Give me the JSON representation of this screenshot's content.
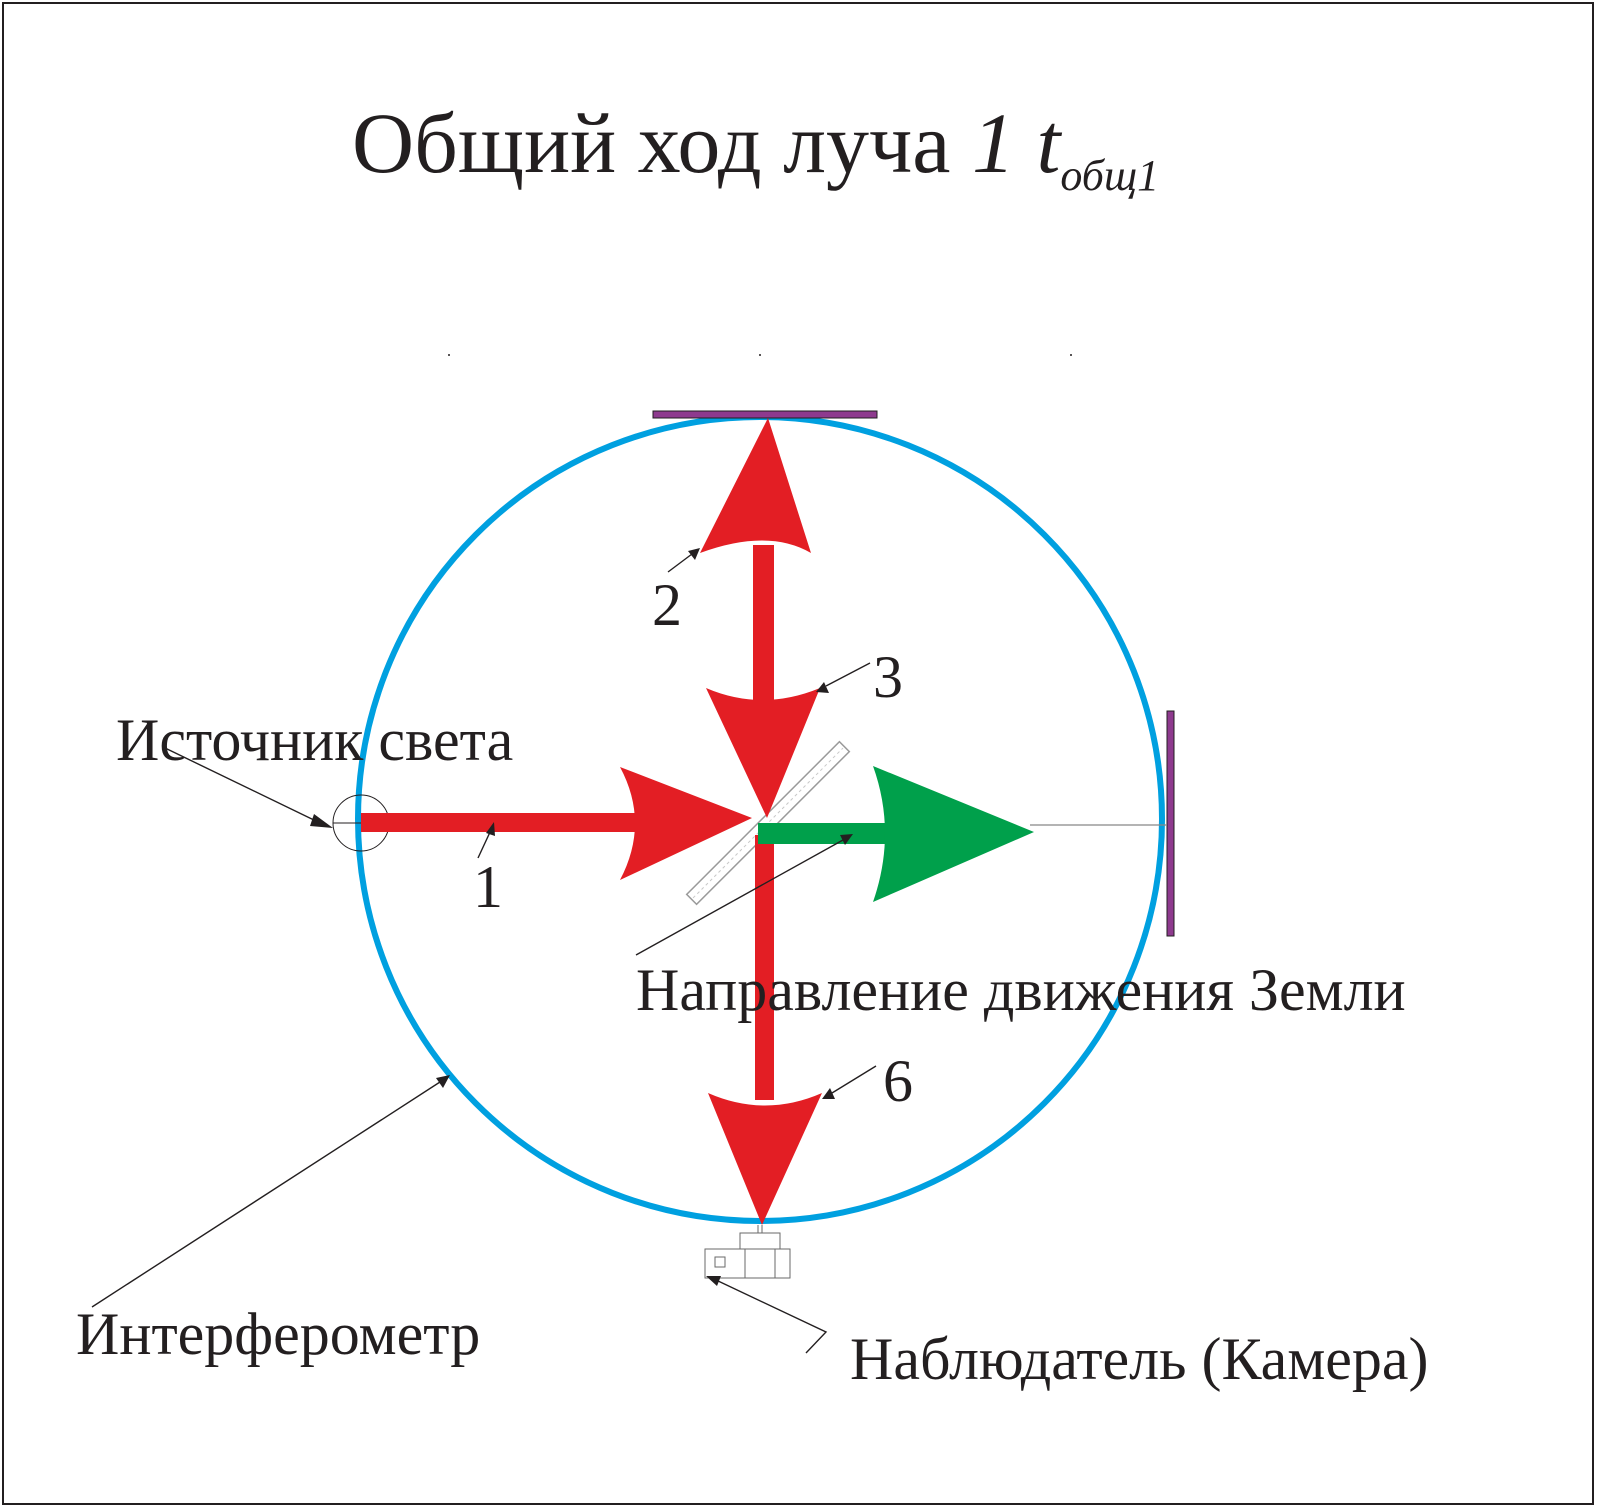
{
  "title": {
    "main": "Общий ход луча",
    "beam_number": "1",
    "symbol": "t",
    "subscript": "общ1"
  },
  "labels": {
    "light_source": "Источник света",
    "earth_direction": "Направление движения Земли",
    "interferometer": "Интерферометр",
    "observer": "Наблюдатель (Камера)"
  },
  "numbers": {
    "n1": "1",
    "n2": "2",
    "n3": "3",
    "n6": "6"
  },
  "colors": {
    "beam": "#e31e24",
    "earth_motion": "#00a04b",
    "interferometer": "#00a0e0",
    "mirror": "#8e3a8e",
    "ink": "#231f20"
  }
}
